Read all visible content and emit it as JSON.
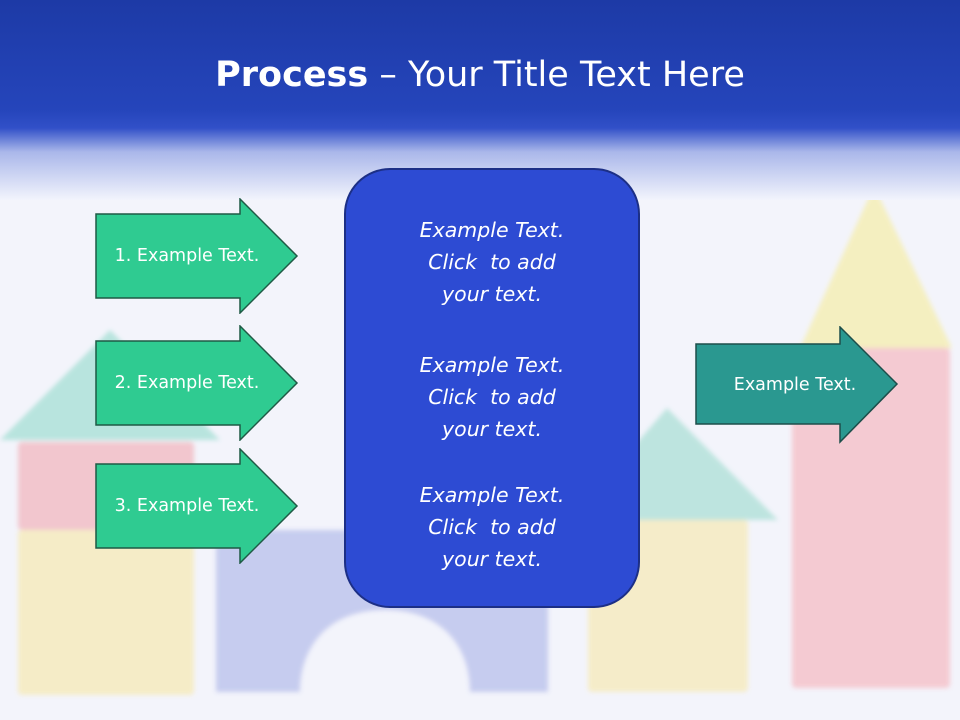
{
  "slide": {
    "title_bold": "Process",
    "title_rest": " – Your Title Text Here",
    "left_arrows": [
      {
        "label": "1. Example Text."
      },
      {
        "label": "2. Example Text."
      },
      {
        "label": "3. Example Text."
      }
    ],
    "center_blocks": [
      {
        "line1": "Example Text.",
        "line2": "Click  to add",
        "line3": "your text."
      },
      {
        "line1": "Example Text.",
        "line2": "Click  to add",
        "line3": "your text."
      },
      {
        "line1": "Example Text.",
        "line2": "Click  to add",
        "line3": "your text."
      }
    ],
    "right_arrow": {
      "label": "Example Text."
    }
  },
  "colors": {
    "header_blue": "#1d3aa6",
    "left_arrow_fill": "#2fcb91",
    "right_arrow_fill": "#2a9890",
    "center_box_fill": "#2d4bd3"
  },
  "icons": [
    "toy-blocks-background-image"
  ]
}
